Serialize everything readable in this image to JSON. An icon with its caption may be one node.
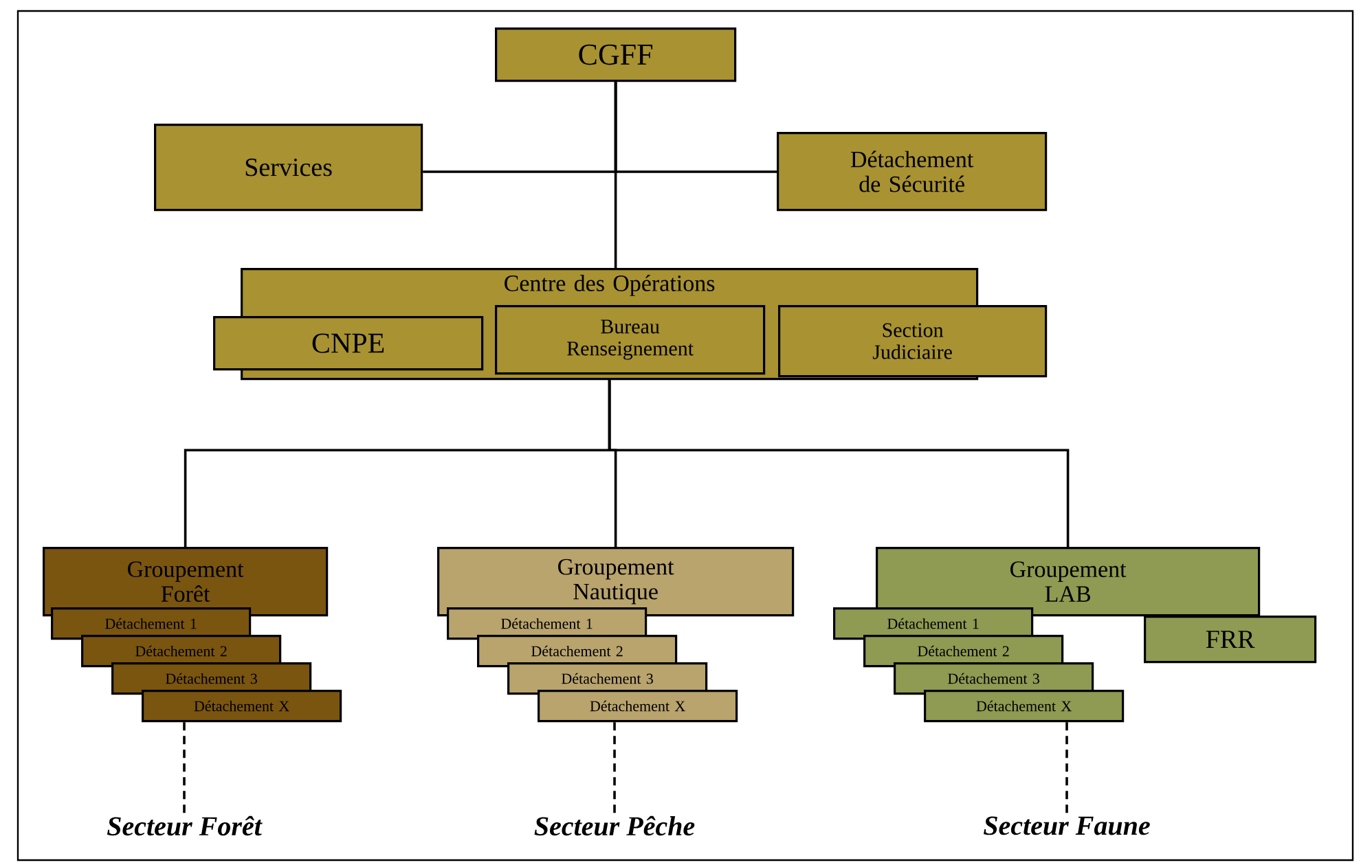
{
  "diagram": {
    "nodes": [
      {
        "text": [
          "CGFF"
        ]
      },
      {
        "text": [
          "Services"
        ]
      },
      {
        "text": [
          "Détachement de Sécurité"
        ]
      },
      {
        "text": [
          "Centre des Opérations"
        ]
      },
      {
        "text": [
          "CNPE"
        ]
      },
      {
        "text": [
          "Bureau Renseignement"
        ],
        "in": 3
      },
      {
        "text": [
          "Section Judiciaire"
        ]
      },
      {
        "text": [
          "Groupement Forêt"
        ]
      },
      {
        "text": [
          "Détachement 1"
        ]
      },
      {
        "text": [
          "Détachement 2"
        ]
      },
      {
        "text": [
          "Détachement 3"
        ]
      },
      {
        "text": [
          "Détachement X"
        ]
      },
      {
        "text": [
          "Groupement Nautique"
        ]
      },
      {
        "text": [
          "Détachement 1"
        ]
      },
      {
        "text": [
          "Détachement 2"
        ]
      },
      {
        "text": [
          "Détachement 3"
        ]
      },
      {
        "text": [
          "Détachement X"
        ]
      },
      {
        "text": [
          "Groupement LAB"
        ]
      },
      {
        "text": [
          "Détachement 1"
        ]
      },
      {
        "text": [
          "Détachement 2"
        ]
      },
      {
        "text": [
          "Détachement 3"
        ]
      },
      {
        "text": [
          "Détachement X"
        ]
      },
      {
        "text": [
          "FRR"
        ]
      },
      {
        "text": [
          "Secteur Forêt"
        ]
      },
      {
        "text": [
          "Secteur Pêche"
        ]
      },
      {
        "text": [
          "Secteur Faune"
        ]
      }
    ],
    "edges": [
      {
        "from": 0,
        "to": 1,
        "arrow": "none"
      },
      {
        "from": 0,
        "to": 2,
        "arrow": "none"
      },
      {
        "from": 0,
        "to": 3,
        "arrow": "none"
      },
      {
        "from": 3,
        "to": 7,
        "arrow": "none"
      },
      {
        "from": 3,
        "to": 12,
        "arrow": "none"
      },
      {
        "from": 3,
        "to": 17,
        "arrow": "none"
      },
      {
        "from": 11,
        "to": 23,
        "arrow": "none",
        "style": "dashed"
      },
      {
        "from": 16,
        "to": 24,
        "arrow": "none",
        "style": "dashed"
      },
      {
        "from": 21,
        "to": 25,
        "arrow": "none",
        "style": "dashed"
      }
    ]
  }
}
